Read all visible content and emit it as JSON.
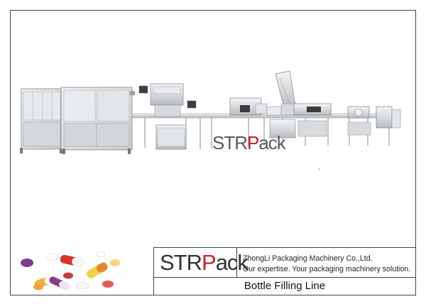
{
  "watermark": {
    "brand_prefix": "STR",
    "brand_mark": "P",
    "brand_suffix": "ack"
  },
  "footer": {
    "logo": {
      "prefix": "STR",
      "mark": "P",
      "suffix": "ack"
    },
    "company_name": "ZhongLi Packaging Machinery Co.,Ltd.",
    "tagline": "Our expertise. Your packaging machinery solution.",
    "product_title": "Bottle Filling Line"
  },
  "colors": {
    "brand_red": "#c8202b",
    "text_gray": "#5a5a5a",
    "border": "#444444"
  },
  "icons": [
    "machine-line-illustration",
    "capsules-image"
  ]
}
